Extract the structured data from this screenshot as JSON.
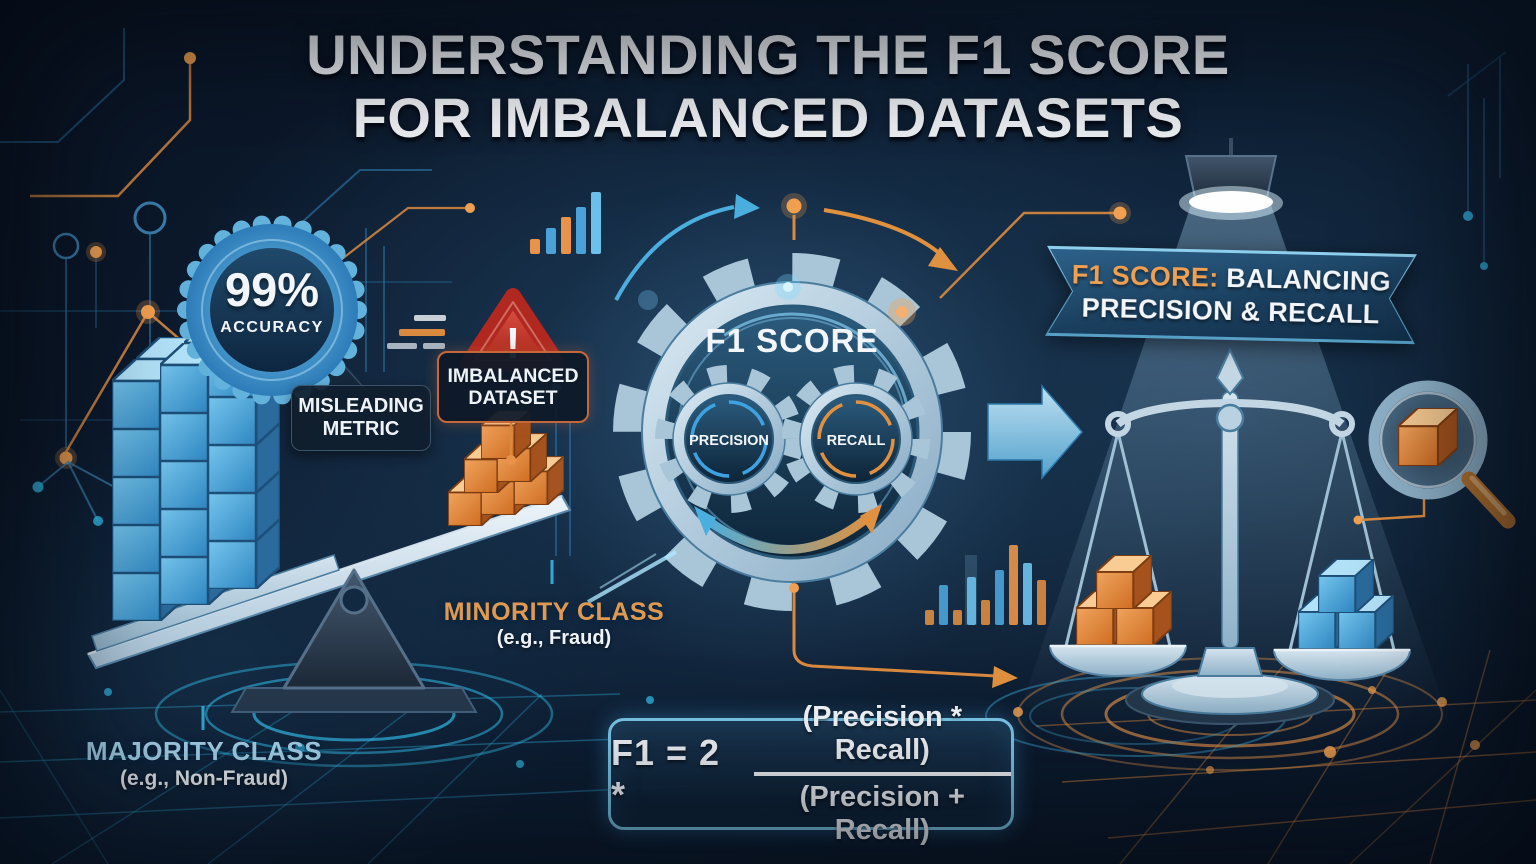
{
  "title": {
    "line1": "UNDERSTANDING THE F1 SCORE",
    "line2": "FOR IMBALANCED DATASETS"
  },
  "accuracy_badge": {
    "value": "99%",
    "label": "ACCURACY"
  },
  "misleading_label": {
    "line1": "MISLEADING",
    "line2": "METRIC"
  },
  "warning": {
    "mark": "!"
  },
  "imbalanced_label": {
    "line1": "IMBALANCED",
    "line2": "DATASET"
  },
  "majority_class": {
    "name": "MAJORITY CLASS",
    "example": "(e.g., Non-Fraud)"
  },
  "minority_class": {
    "name": "MINORITY CLASS",
    "example": "(e.g., Fraud)"
  },
  "f1_gear": {
    "title": "F1 SCORE",
    "left_gear": "PRECISION",
    "right_gear": "RECALL"
  },
  "banner": {
    "highlight": "F1 SCORE:",
    "line1_rest": " BALANCING",
    "line2": "PRECISION & RECALL"
  },
  "formula": {
    "lhs": "F1 = 2 *",
    "numerator": "(Precision * Recall)",
    "denominator": "(Precision + Recall)"
  },
  "colors": {
    "background": "#0c1626",
    "accent_cyan": "#35c0f0",
    "accent_orange": "#e8924a",
    "warning_red": "#d43c30",
    "steel_light": "#c9dbe8"
  }
}
